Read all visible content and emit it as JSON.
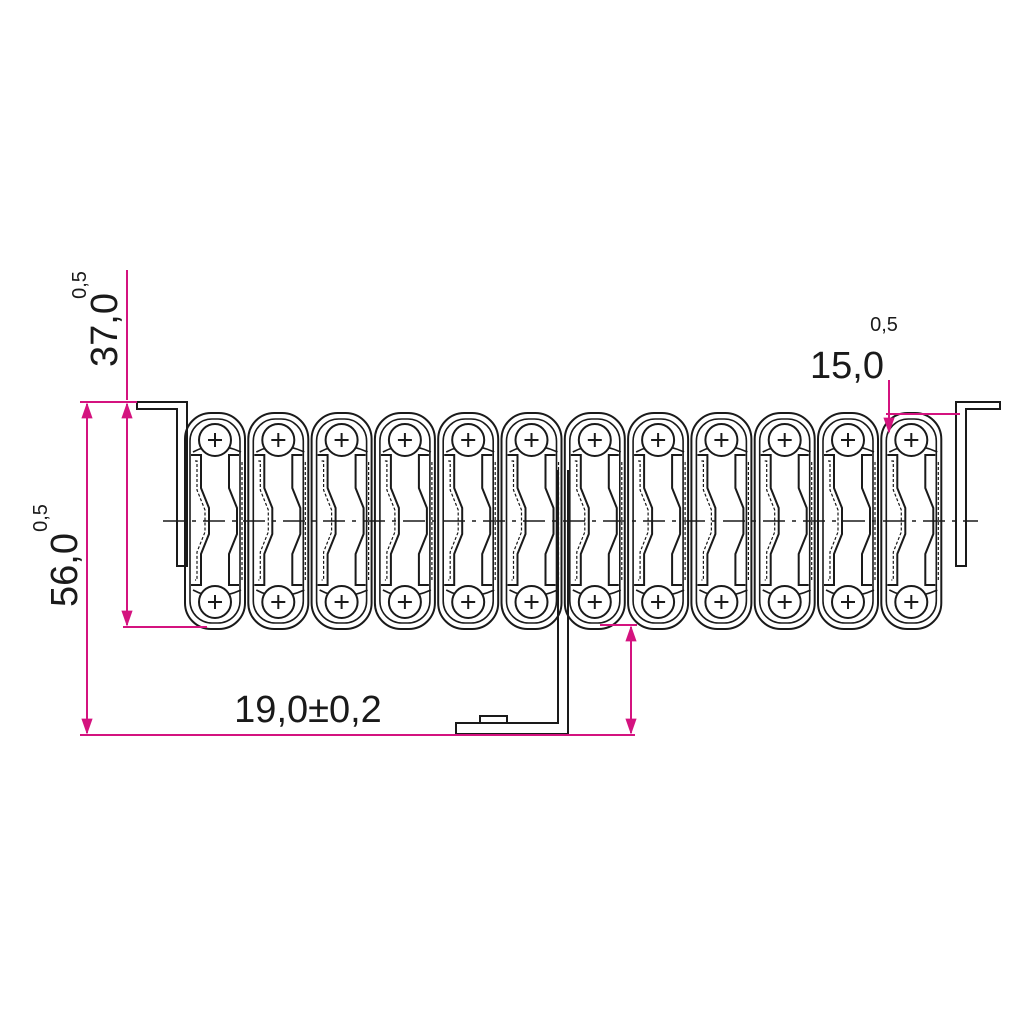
{
  "colors": {
    "dimension": "#d4137f",
    "outline": "#1a1a1a",
    "background": "#ffffff"
  },
  "segment_count": 12,
  "dimensions": {
    "total_height": {
      "value": "56,0",
      "tolerance": "0,5"
    },
    "inner_height": {
      "value": "37,0",
      "tolerance": "0,5"
    },
    "segment_pitch": {
      "value": "15,0",
      "tolerance": "0,5"
    },
    "bracket_height": {
      "value": "19,0±0,2"
    }
  }
}
